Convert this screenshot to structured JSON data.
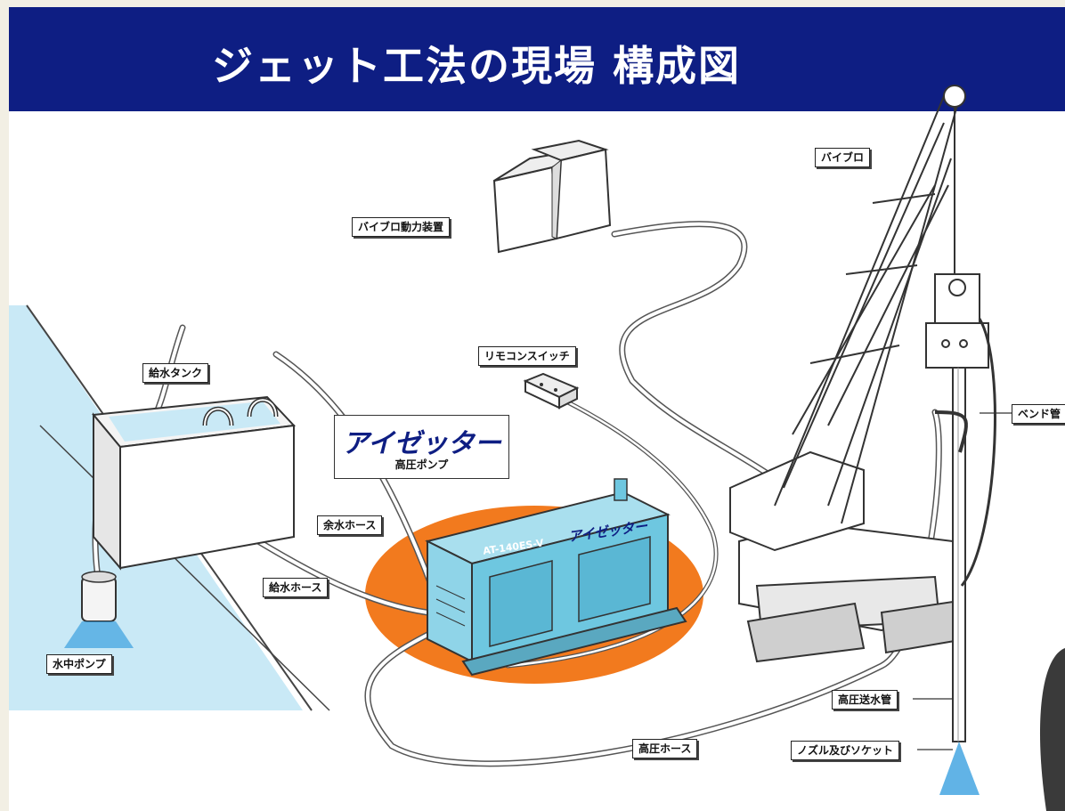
{
  "title": "ジェット工法の現場 構成図",
  "brand": {
    "logo": "アイゼッター",
    "subtitle": "高圧ポンプ"
  },
  "pump": {
    "model": "AT-140ES-V",
    "logo": "アイゼッター"
  },
  "labels": {
    "vibro": "バイブロ",
    "vibro_power": "バイブロ動力装置",
    "remote_switch": "リモコンスイッチ",
    "water_tank": "給水タンク",
    "surplus_hose": "余水ホース",
    "supply_hose": "給水ホース",
    "submersible_pump": "水中ポンプ",
    "bend_pipe": "ベンド管",
    "hp_water_pipe": "高圧送水管",
    "hp_hose": "高圧ホース",
    "nozzle_socket": "ノズル及びソケット"
  },
  "colors": {
    "header": "#0e1e83",
    "pump_body": "#6ec7e0",
    "pump_base": "#f27a1e",
    "water": "#c9e9f6",
    "spray": "#3aa0e0"
  }
}
